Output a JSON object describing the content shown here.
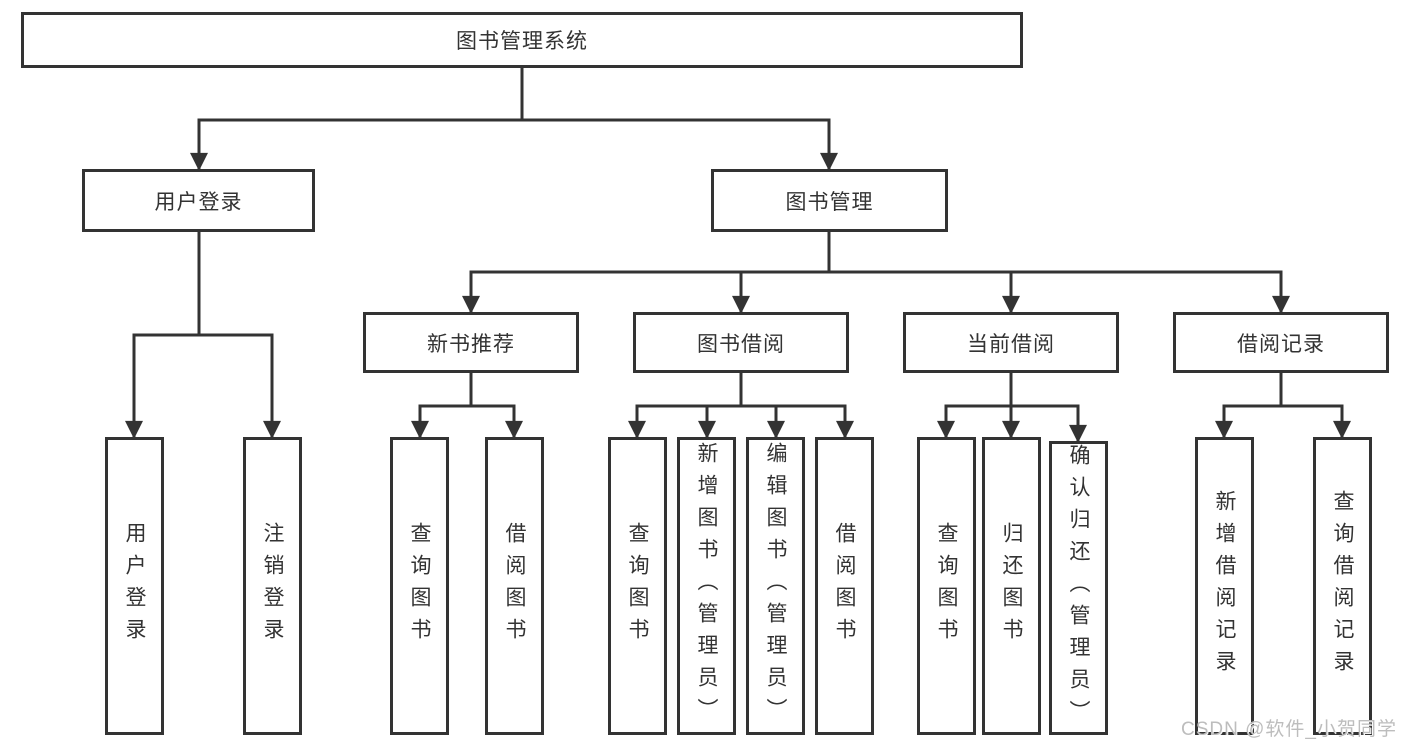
{
  "tree": {
    "root": "图书管理系统",
    "login": {
      "label": "用户登录",
      "children": [
        "用户登录",
        "注销登录"
      ]
    },
    "management": {
      "label": "图书管理",
      "groups": [
        {
          "label": "新书推荐",
          "children": [
            "查询图书",
            "借阅图书"
          ]
        },
        {
          "label": "图书借阅",
          "children": [
            "查询图书",
            "新增图书（管理员）",
            "编辑图书（管理员）",
            "借阅图书"
          ]
        },
        {
          "label": "当前借阅",
          "children": [
            "查询图书",
            "归还图书",
            "确认归还（管理员）"
          ]
        },
        {
          "label": "借阅记录",
          "children": [
            "新增借阅记录",
            "查询借阅记录"
          ]
        }
      ]
    }
  },
  "watermark": "CSDN @软件_小贺同学",
  "colors": {
    "stroke": "#333333",
    "text": "#333333",
    "background": "#ffffff",
    "watermark": "#bdbdbd"
  }
}
